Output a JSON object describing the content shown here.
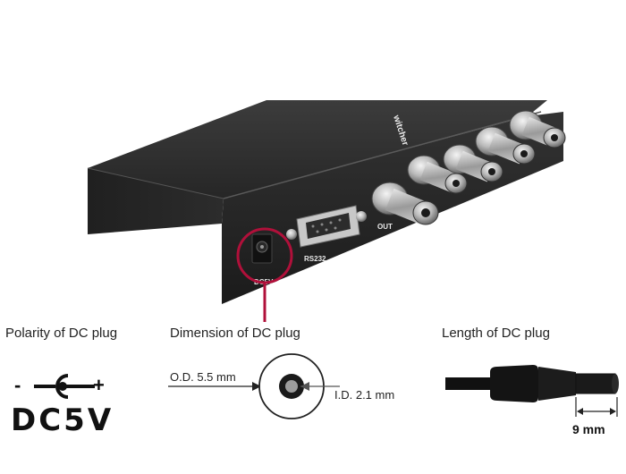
{
  "device": {
    "brand_text": "witcher",
    "ports": {
      "power": "DC5V",
      "serial": "RS232",
      "output": "OUT"
    }
  },
  "polarity": {
    "caption": "Polarity of DC plug",
    "minus": "-",
    "plus": "+",
    "rating": "DC5V"
  },
  "dimension": {
    "caption": "Dimension of DC plug",
    "outer_diameter": "O.D.  5.5 mm",
    "inner_diameter": "I.D.  2.1 mm"
  },
  "length": {
    "caption": "Length of DC plug",
    "value": "9 mm"
  },
  "colors": {
    "highlight": "#b0103a",
    "device_body": "#2a2a2a"
  }
}
